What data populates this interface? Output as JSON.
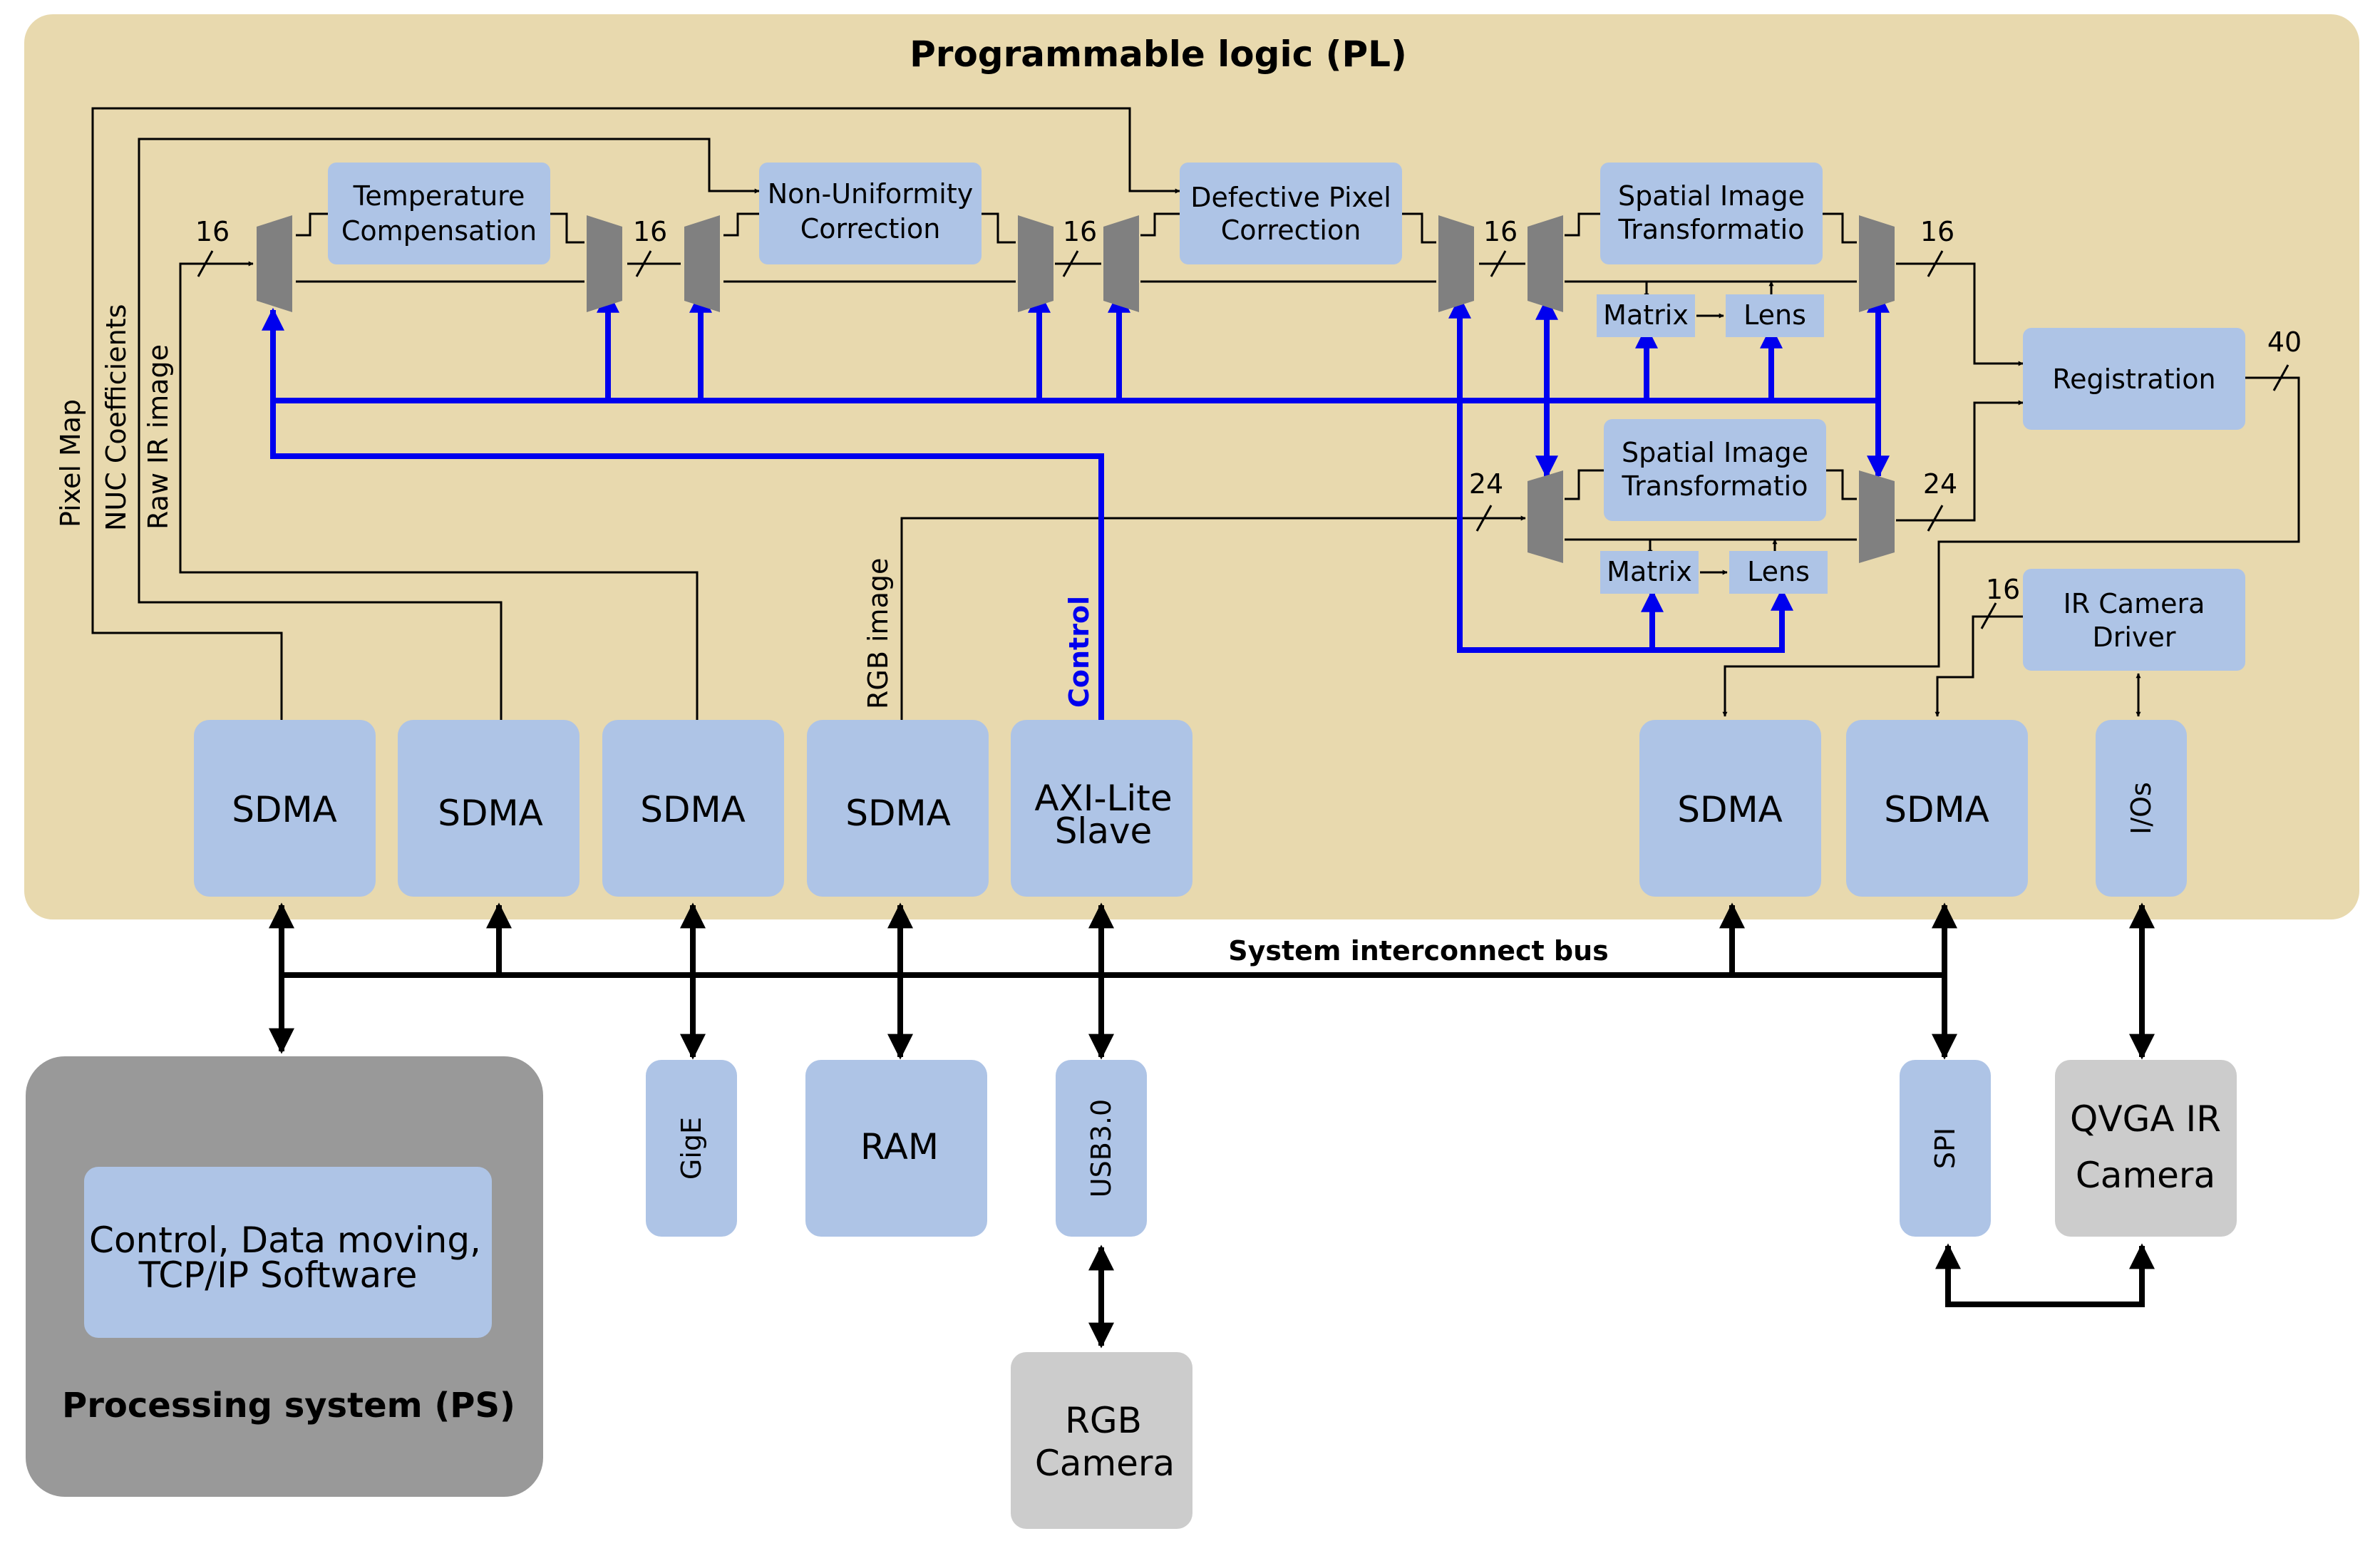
{
  "pl_title": "Programmable logic (PL)",
  "ps_title": "Processing system (PS)",
  "bus_label": "System interconnect bus",
  "pipeline": {
    "temperature": [
      "Temperature",
      "Compensation"
    ],
    "nuc": [
      "Non-Uniformity",
      "Correction"
    ],
    "defective": [
      "Defective Pixel",
      "Correction"
    ],
    "spatial_top": [
      "Spatial Image",
      "Transformatio"
    ],
    "spatial_bottom": [
      "Spatial Image",
      "Transformatio"
    ],
    "matrix": "Matrix",
    "lens": "Lens",
    "registration": "Registration",
    "ir_driver": [
      "IR Camera",
      "Driver"
    ]
  },
  "bus_widths": {
    "w16": "16",
    "w24": "24",
    "w40": "40"
  },
  "side_labels": {
    "pixel_map": "Pixel Map",
    "nuc_coeff": "NUC Coefficients",
    "raw_ir": "Raw IR image",
    "rgb_image": "RGB image",
    "control": "Control"
  },
  "pl_blocks": {
    "sdma": "SDMA",
    "axi": [
      "AXI-Lite",
      "Slave"
    ],
    "ios": "I/Os"
  },
  "external": {
    "ps_software": [
      "Control, Data moving,",
      "TCP/IP Software"
    ],
    "gige": "GigE",
    "ram": "RAM",
    "usb": "USB3.0",
    "spi": "SPI",
    "rgb_camera": [
      "RGB",
      "Camera"
    ],
    "qvga_camera": [
      "QVGA IR",
      "Camera"
    ]
  },
  "colors": {
    "pl_background": "#e8d9ae",
    "block_blue": "#aec4e6",
    "device_gray": "#cccccc",
    "ps_gray": "#999999",
    "mux_gray": "#808080",
    "control_blue": "#0000ee"
  }
}
